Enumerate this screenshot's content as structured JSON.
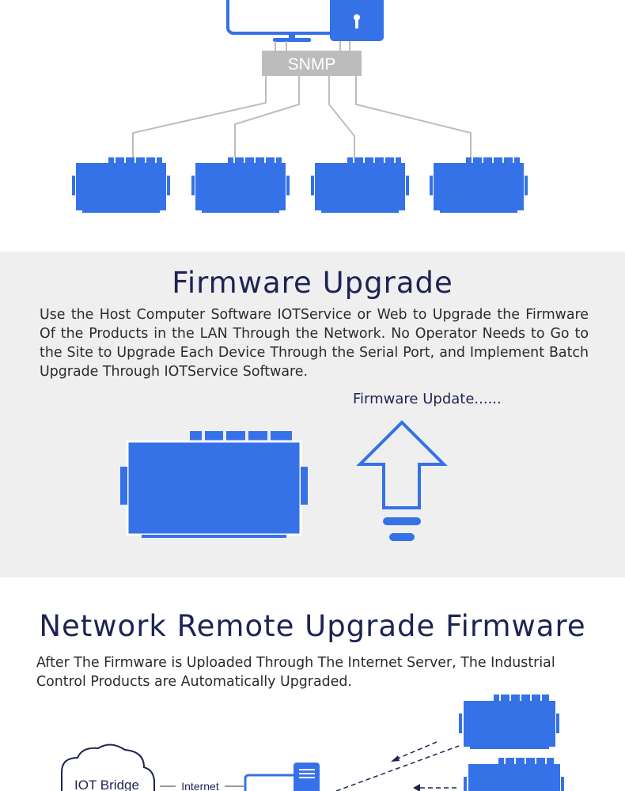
{
  "top": {
    "snmp_label": "SNMP"
  },
  "firmware_section": {
    "title": "Firmware Upgrade",
    "description": "Use the Host Computer Software IOTService or Web to Upgrade the Firmware Of the Products in the LAN Through the Network. No Operator Needs to Go to the Site to Upgrade Each Device Through the Serial Port, and Implement Batch Upgrade Through IOTService Software.",
    "update_label": "Firmware Update......"
  },
  "remote_section": {
    "title": "Network Remote Upgrade Firmware",
    "description": "After The Firmware is Uploaded Through The Internet Server, The Industrial Control Products are Automatically Upgraded.",
    "cloud_label": "IOT Bridge",
    "link_label": "Internet"
  },
  "colors": {
    "device_blue": "#3572e8",
    "navy_text": "#1d2453",
    "gray_band": "#efefef",
    "switch_gray": "#bcbcbc"
  }
}
